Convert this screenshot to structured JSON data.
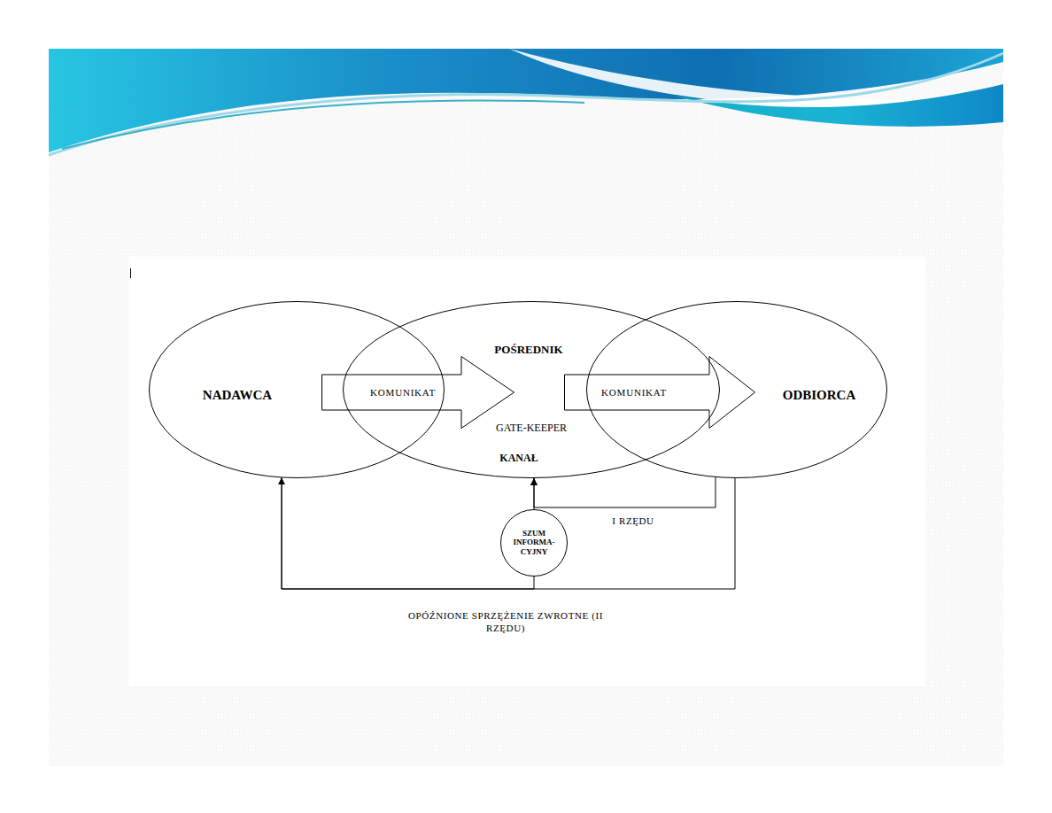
{
  "diagram": {
    "nodes": [
      {
        "text": [
          "NADAWCA"
        ]
      },
      {
        "text": [
          "POŚREDNIK",
          "GATE-KEEPER",
          "KANAŁ"
        ]
      },
      {
        "text": [
          "ODBIORCA"
        ]
      },
      {
        "text": [
          "KOMUNIKAT"
        ]
      },
      {
        "text": [
          "KOMUNIKAT"
        ]
      },
      {
        "text": [
          "SZUM INFORMA- CYJNY"
        ]
      }
    ],
    "edges": [
      {
        "from": 2,
        "to": 1,
        "arrow": "to",
        "label": "I RZĘDU"
      },
      {
        "from": 5,
        "to": 1,
        "arrow": "to"
      },
      {
        "from": 2,
        "to": 0,
        "arrow": "to",
        "label": "OPÓŹNIONE SPRZĘŻENIE ZWROTNE (II RZĘDU)"
      },
      {
        "from": 5,
        "to": 0,
        "arrow": "to"
      }
    ]
  }
}
